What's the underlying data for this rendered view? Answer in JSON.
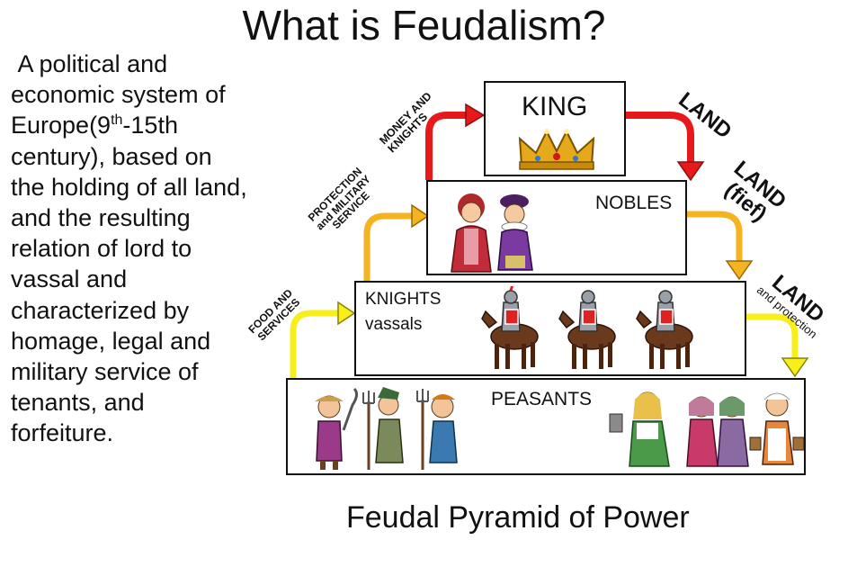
{
  "title": "What is Feudalism?",
  "definition": {
    "part1": "A political and economic system of Europe(9",
    "sup": "th",
    "part2": "-15th century), based on the holding of all land, and the resulting relation of lord to vassal and characterized by homage, legal and military service of tenants, and forfeiture."
  },
  "pyramid": {
    "king": "KING",
    "nobles": "NOBLES",
    "knights_line1": "KNIGHTS",
    "knights_line2": "vassals",
    "peasants": "PEASANTS"
  },
  "upward_flows": {
    "money": "MONEY AND KNIGHTS",
    "protection_line1": "PROTECTION",
    "protection_line2": "and MILITARY",
    "protection_line3": "SERVICE",
    "food_line1": "FOOD AND",
    "food_line2": "SERVICES"
  },
  "downward_flows": {
    "land1": "LAND",
    "land2_line1": "LAND",
    "land2_line2": "(fief)",
    "land3_line1": "LAND",
    "land3_line2": "and protection"
  },
  "caption": "Feudal Pyramid of Power",
  "colors": {
    "red_arrow": "#e8191b",
    "orange_arrow": "#f5b31f",
    "yellow_arrow": "#f7ee1a",
    "crown_gold": "#e6a91c"
  }
}
